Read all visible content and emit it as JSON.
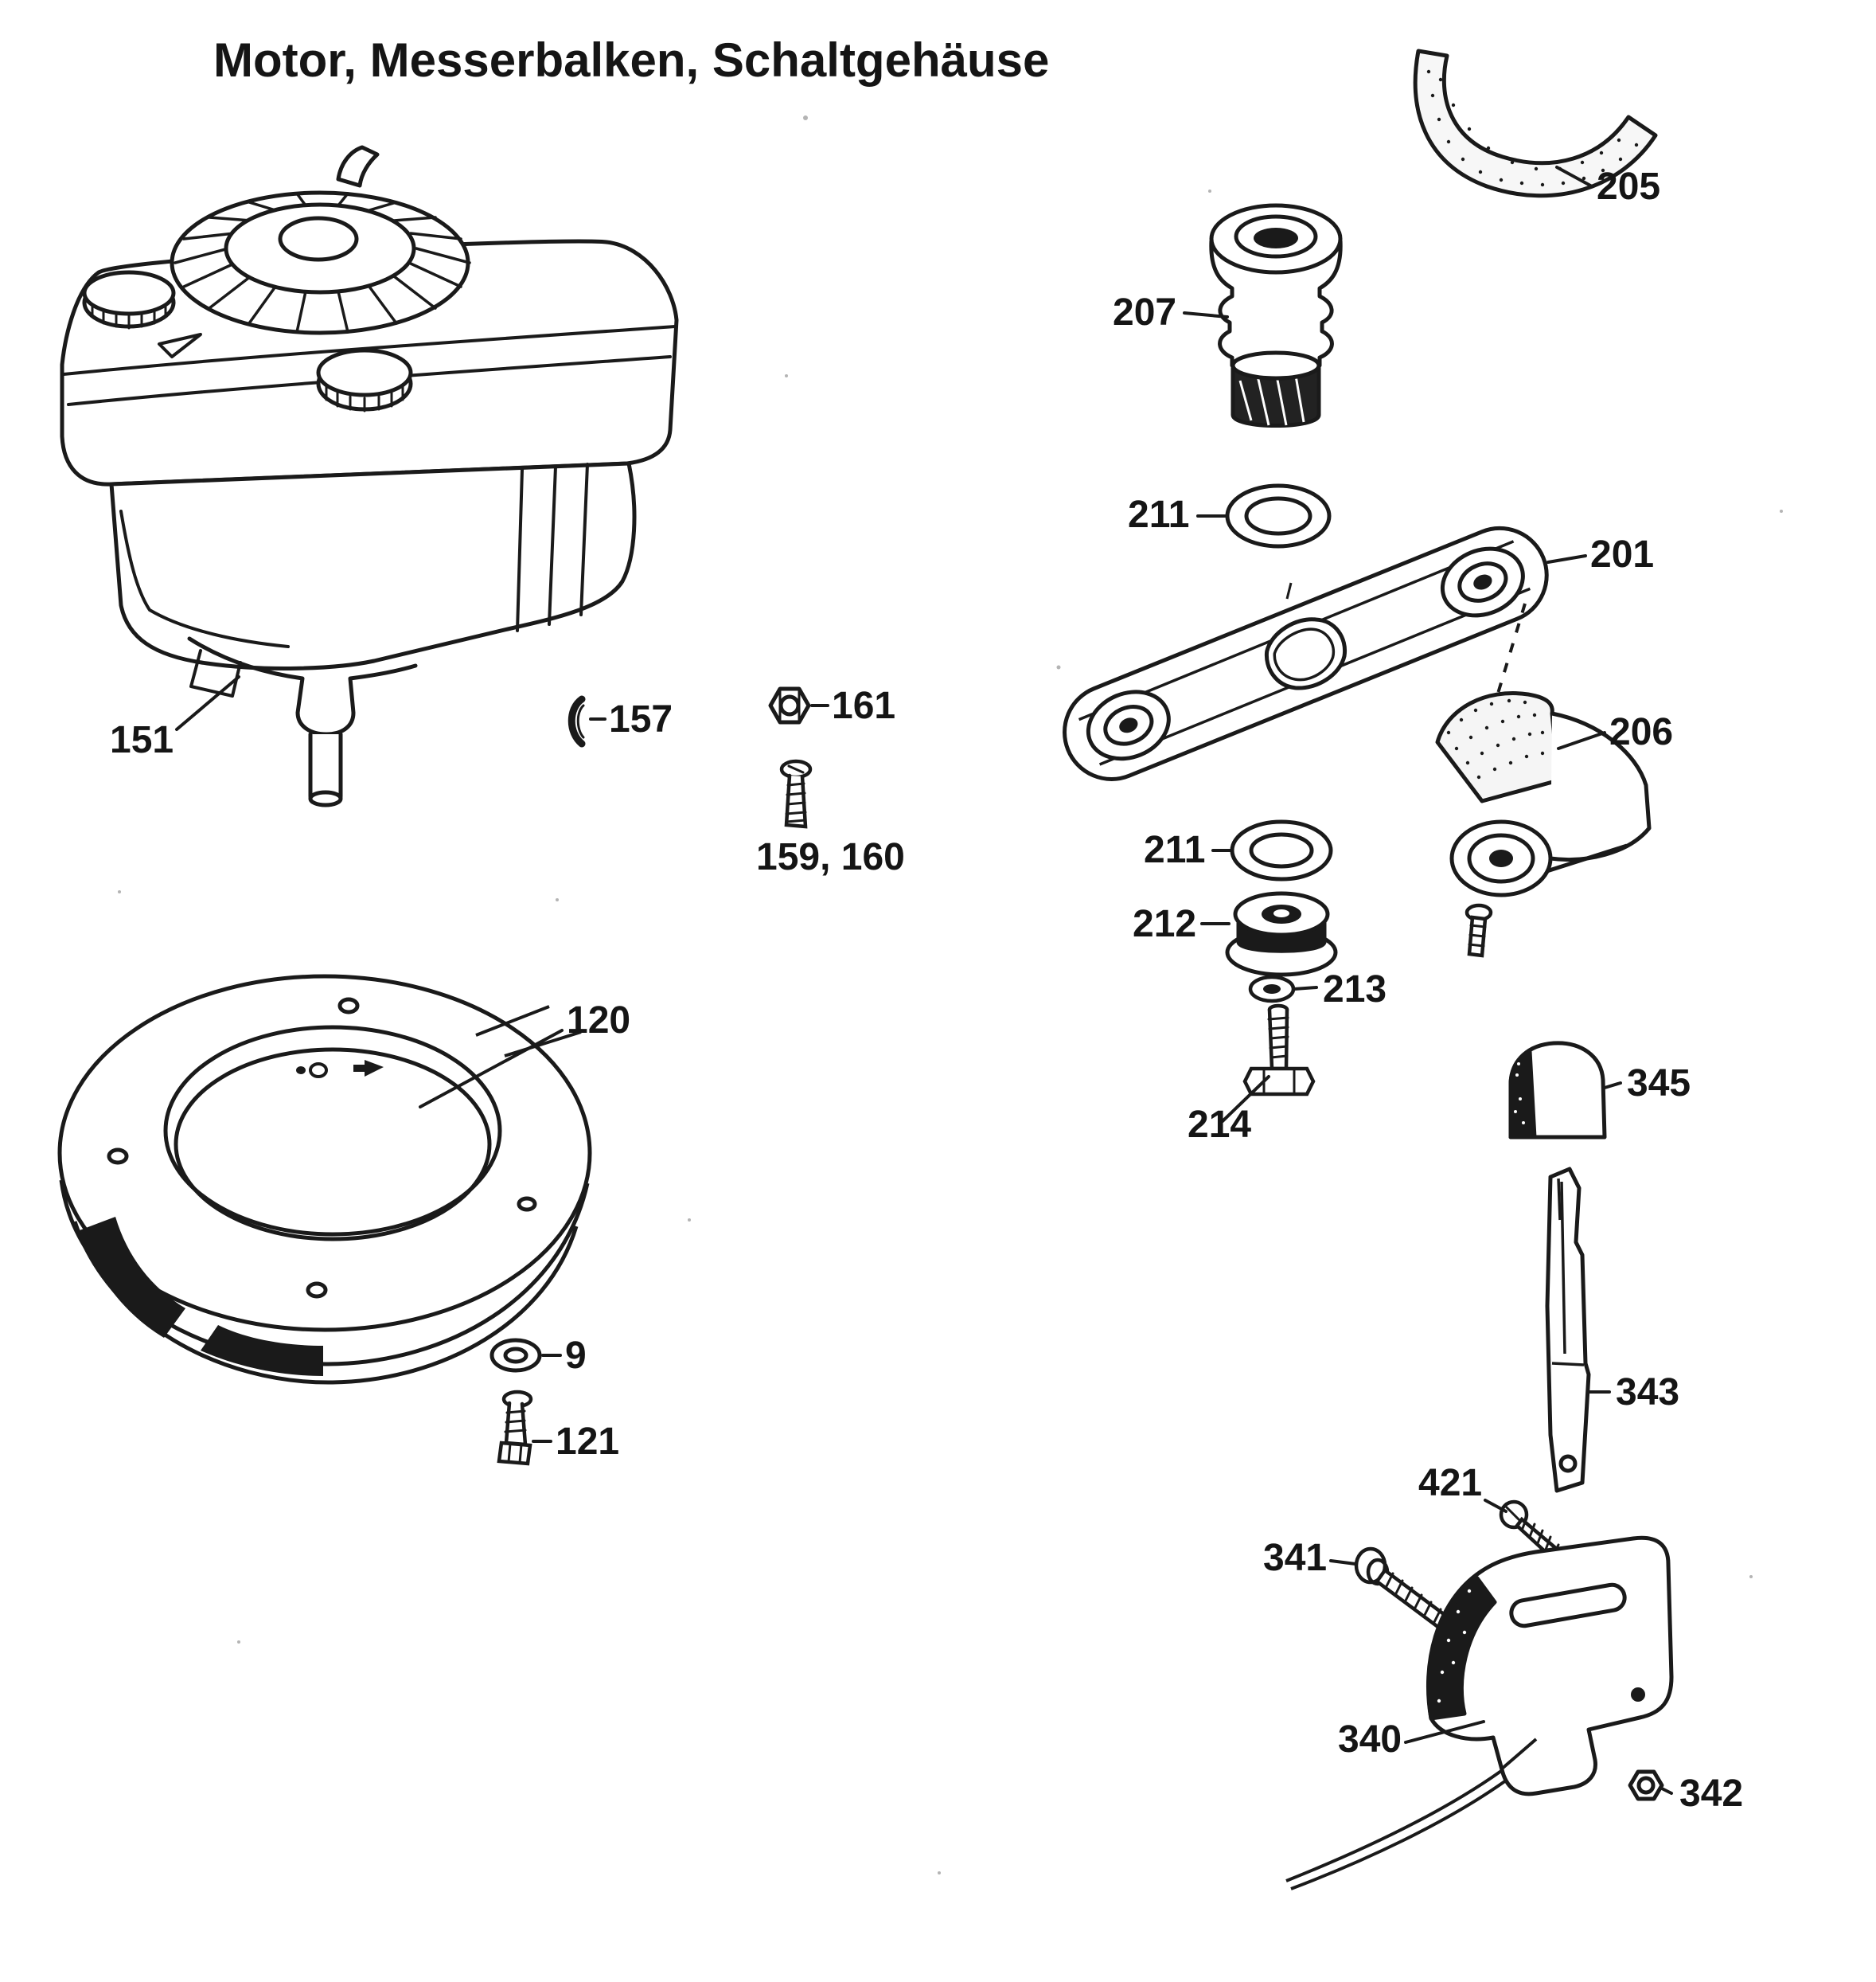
{
  "page": {
    "title": "Motor, Messerbalken, Schaltgehäuse"
  },
  "parts": {
    "p151": {
      "label": "151"
    },
    "p157": {
      "label": "157"
    },
    "p159_160": {
      "label": "159, 160"
    },
    "p161": {
      "label": "161"
    },
    "p120": {
      "label": "120"
    },
    "p9": {
      "label": "9"
    },
    "p121": {
      "label": "121"
    },
    "p205": {
      "label": "205"
    },
    "p207": {
      "label": "207"
    },
    "p211a": {
      "label": "211"
    },
    "p211b": {
      "label": "211"
    },
    "p201": {
      "label": "201"
    },
    "p206": {
      "label": "206"
    },
    "p212": {
      "label": "212"
    },
    "p213": {
      "label": "213"
    },
    "p214": {
      "label": "214"
    },
    "p345": {
      "label": "345"
    },
    "p343": {
      "label": "343"
    },
    "p421": {
      "label": "421"
    },
    "p341": {
      "label": "341"
    },
    "p340": {
      "label": "340"
    },
    "p342": {
      "label": "342"
    }
  }
}
